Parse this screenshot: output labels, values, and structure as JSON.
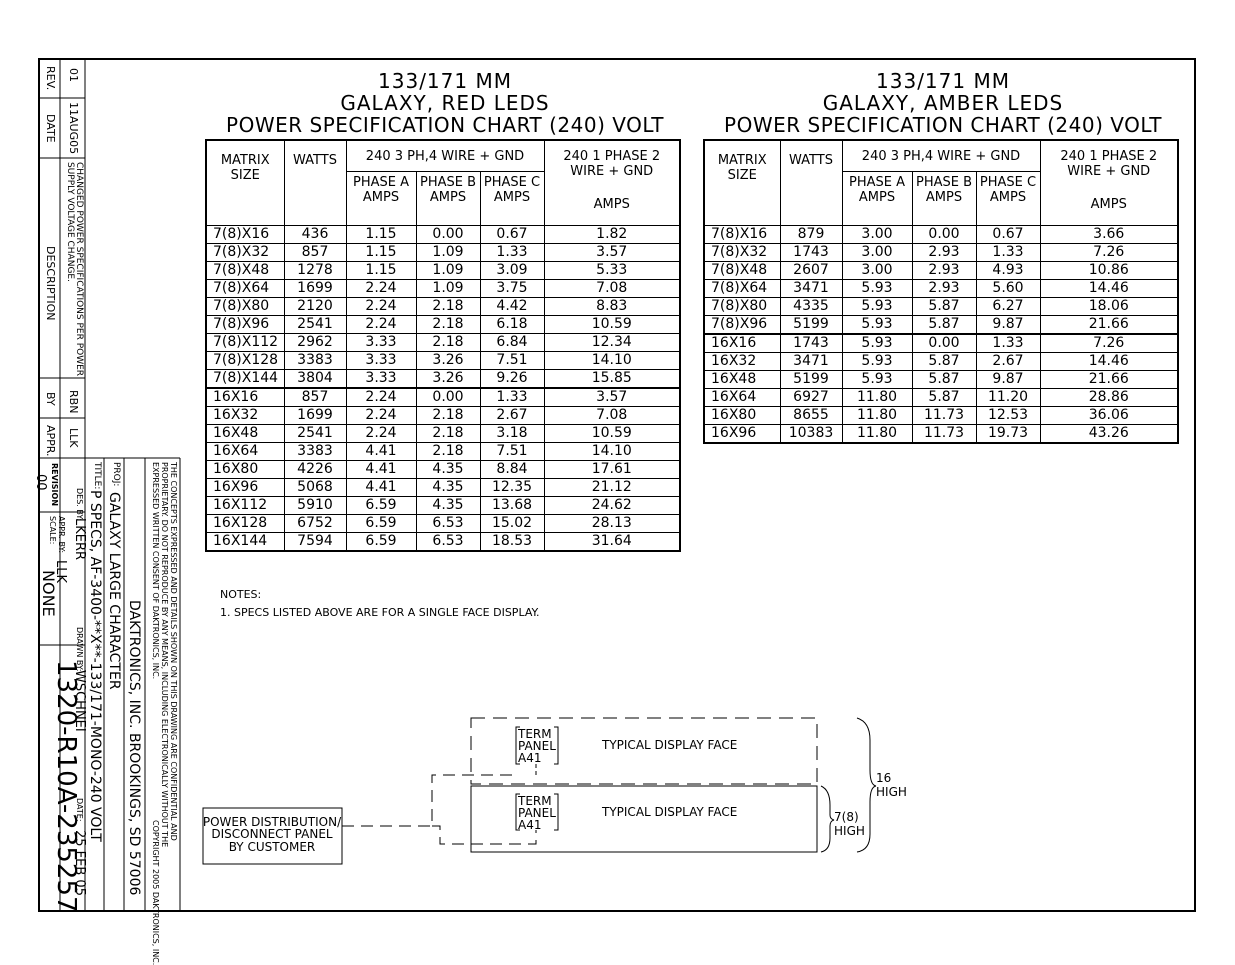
{
  "revision_block": {
    "rev_header": "REV.",
    "date_header": "DATE",
    "description_header": "DESCRIPTION",
    "by_header": "BY",
    "appr_header": "APPR.",
    "rev": "01",
    "date": "11AUG05",
    "description_line1": "CHANGED POWER SPECIFICATIONS PER POWER",
    "description_line2": "SUPPLY VOLTAGE CHANGE.",
    "by": "RBN",
    "appr": "LLK"
  },
  "title_block": {
    "confidential_line1": "THE CONCEPTS EXPRESSED AND DETAILS SHOWN ON THIS DRAWING ARE CONFIDENTIAL AND",
    "confidential_line2": "PROPRIETARY. DO NOT REPRODUCE BY ANY MEANS, INCLUDING ELECTRONICALLY WITHOUT THE",
    "confidential_line3": "EXPRESSED WRITTEN CONSENT OF DAKTRONICS, INC.",
    "copyright": "COPYRIGHT 2005 DAKTRONICS, INC.",
    "company": "DAKTRONICS, INC.  BROOKINGS, SD 57006",
    "proj_label": "PROJ:",
    "proj": "GALAXY LARGE CHARACTER",
    "title_label": "TITLE:",
    "title": "P SPECS, AF-3400-**X**-133/171-MONO-240 VOLT",
    "des_label": "DES. BY:",
    "des": "LKERR",
    "drawn_label": "DRAWN BY:",
    "drawn": "WSCHNEI",
    "date_label": "DATE:",
    "date": "25 FEB 05",
    "revision_label": "REVISION",
    "revision": "00",
    "appr_label": "APPR. BY:",
    "appr": "LLK",
    "scale_label": "SCALE:",
    "scale": "NONE",
    "drawing_number": "1320-R10A-235257"
  },
  "red_chart": {
    "title_line1": "133/171  MM",
    "title_line2": "GALAXY,  RED  LEDS",
    "title_line3": "POWER  SPECIFICATION  CHART  (240)  VOLT",
    "headers": {
      "matrix": "MATRIX SIZE",
      "watts": "WATTS",
      "three_phase": "240  3  PH,4  WIRE  +  GND",
      "phase_a": "PHASE A AMPS",
      "phase_b": "PHASE B AMPS",
      "phase_c": "PHASE C AMPS",
      "one_phase": "240  1  PHASE 2  WIRE  +  GND",
      "one_phase_amps": "AMPS"
    },
    "rows": [
      [
        "7(8)X16",
        "436",
        "1.15",
        "0.00",
        "0.67",
        "1.82"
      ],
      [
        "7(8)X32",
        "857",
        "1.15",
        "1.09",
        "1.33",
        "3.57"
      ],
      [
        "7(8)X48",
        "1278",
        "1.15",
        "1.09",
        "3.09",
        "5.33"
      ],
      [
        "7(8)X64",
        "1699",
        "2.24",
        "1.09",
        "3.75",
        "7.08"
      ],
      [
        "7(8)X80",
        "2120",
        "2.24",
        "2.18",
        "4.42",
        "8.83"
      ],
      [
        "7(8)X96",
        "2541",
        "2.24",
        "2.18",
        "6.18",
        "10.59"
      ],
      [
        "7(8)X112",
        "2962",
        "3.33",
        "2.18",
        "6.84",
        "12.34"
      ],
      [
        "7(8)X128",
        "3383",
        "3.33",
        "3.26",
        "7.51",
        "14.10"
      ],
      [
        "7(8)X144",
        "3804",
        "3.33",
        "3.26",
        "9.26",
        "15.85"
      ],
      [
        "16X16",
        "857",
        "2.24",
        "0.00",
        "1.33",
        "3.57"
      ],
      [
        "16X32",
        "1699",
        "2.24",
        "2.18",
        "2.67",
        "7.08"
      ],
      [
        "16X48",
        "2541",
        "2.24",
        "2.18",
        "3.18",
        "10.59"
      ],
      [
        "16X64",
        "3383",
        "4.41",
        "2.18",
        "7.51",
        "14.10"
      ],
      [
        "16X80",
        "4226",
        "4.41",
        "4.35",
        "8.84",
        "17.61"
      ],
      [
        "16X96",
        "5068",
        "4.41",
        "4.35",
        "12.35",
        "21.12"
      ],
      [
        "16X112",
        "5910",
        "6.59",
        "4.35",
        "13.68",
        "24.62"
      ],
      [
        "16X128",
        "6752",
        "6.59",
        "6.53",
        "15.02",
        "28.13"
      ],
      [
        "16X144",
        "7594",
        "6.59",
        "6.53",
        "18.53",
        "31.64"
      ]
    ]
  },
  "amber_chart": {
    "title_line1": "133/171  MM",
    "title_line2": "GALAXY,  AMBER  LEDS",
    "title_line3": "POWER  SPECIFICATION  CHART  (240)  VOLT",
    "headers": {
      "matrix": "MATRIX SIZE",
      "watts": "WATTS",
      "three_phase": "240  3  PH,4  WIRE  +  GND",
      "phase_a": "PHASE A AMPS",
      "phase_b": "PHASE B AMPS",
      "phase_c": "PHASE C AMPS",
      "one_phase": "240  1  PHASE 2  WIRE  +  GND",
      "one_phase_amps": "AMPS"
    },
    "rows": [
      [
        "7(8)X16",
        "879",
        "3.00",
        "0.00",
        "0.67",
        "3.66"
      ],
      [
        "7(8)X32",
        "1743",
        "3.00",
        "2.93",
        "1.33",
        "7.26"
      ],
      [
        "7(8)X48",
        "2607",
        "3.00",
        "2.93",
        "4.93",
        "10.86"
      ],
      [
        "7(8)X64",
        "3471",
        "5.93",
        "2.93",
        "5.60",
        "14.46"
      ],
      [
        "7(8)X80",
        "4335",
        "5.93",
        "5.87",
        "6.27",
        "18.06"
      ],
      [
        "7(8)X96",
        "5199",
        "5.93",
        "5.87",
        "9.87",
        "21.66"
      ],
      [
        "16X16",
        "1743",
        "5.93",
        "0.00",
        "1.33",
        "7.26"
      ],
      [
        "16X32",
        "3471",
        "5.93",
        "5.87",
        "2.67",
        "14.46"
      ],
      [
        "16X48",
        "5199",
        "5.93",
        "5.87",
        "9.87",
        "21.66"
      ],
      [
        "16X64",
        "6927",
        "11.80",
        "5.87",
        "11.20",
        "28.86"
      ],
      [
        "16X80",
        "8655",
        "11.80",
        "11.73",
        "12.53",
        "36.06"
      ],
      [
        "16X96",
        "10383",
        "11.80",
        "11.73",
        "19.73",
        "43.26"
      ]
    ]
  },
  "notes": {
    "heading": "NOTES:",
    "note1": "1.  SPECS LISTED ABOVE ARE FOR A SINGLE FACE DISPLAY."
  },
  "diagram": {
    "term_panel_line1": "TERM",
    "term_panel_line2": "PANEL",
    "term_panel_line3": "A41",
    "display_face": "TYPICAL  DISPLAY  FACE",
    "power_box_line1": "POWER DISTRIBUTION/",
    "power_box_line2": "DISCONNECT PANEL",
    "power_box_line3": "BY CUSTOMER",
    "height_16_line1": "16",
    "height_16_line2": "HIGH",
    "height_7_line1": "7(8)",
    "height_7_line2": "HIGH"
  }
}
